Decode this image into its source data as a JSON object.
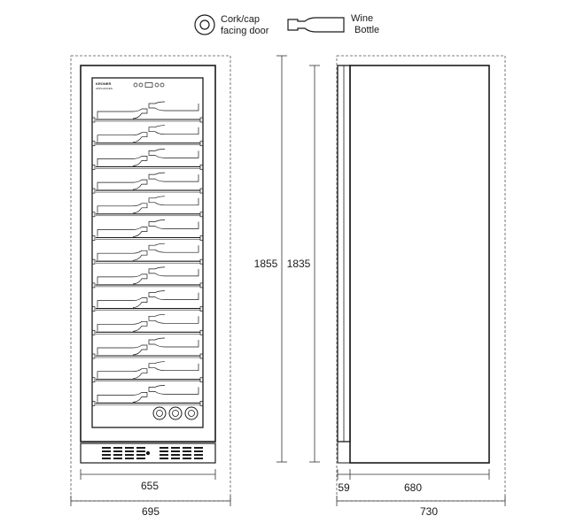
{
  "legend": {
    "cork": {
      "line1": "Cork/cap",
      "line2": "facing door",
      "icon": "cork-circle-icon"
    },
    "bottle": {
      "line1": "Wine",
      "line2": "Bottle",
      "icon": "wine-bottle-icon"
    }
  },
  "front_view": {
    "brand": "KRONER",
    "brand_sub": "APPLIANCES",
    "shelf_count": 13,
    "inner_width": "655",
    "outer_width": "695"
  },
  "side_view": {
    "outer_height": "1855",
    "inner_height": "1835",
    "door_depth": "59",
    "body_depth": "680",
    "total_depth": "730"
  },
  "colors": {
    "line": "#1a1a1a",
    "dashed": "#555555",
    "dim": "#333333"
  }
}
